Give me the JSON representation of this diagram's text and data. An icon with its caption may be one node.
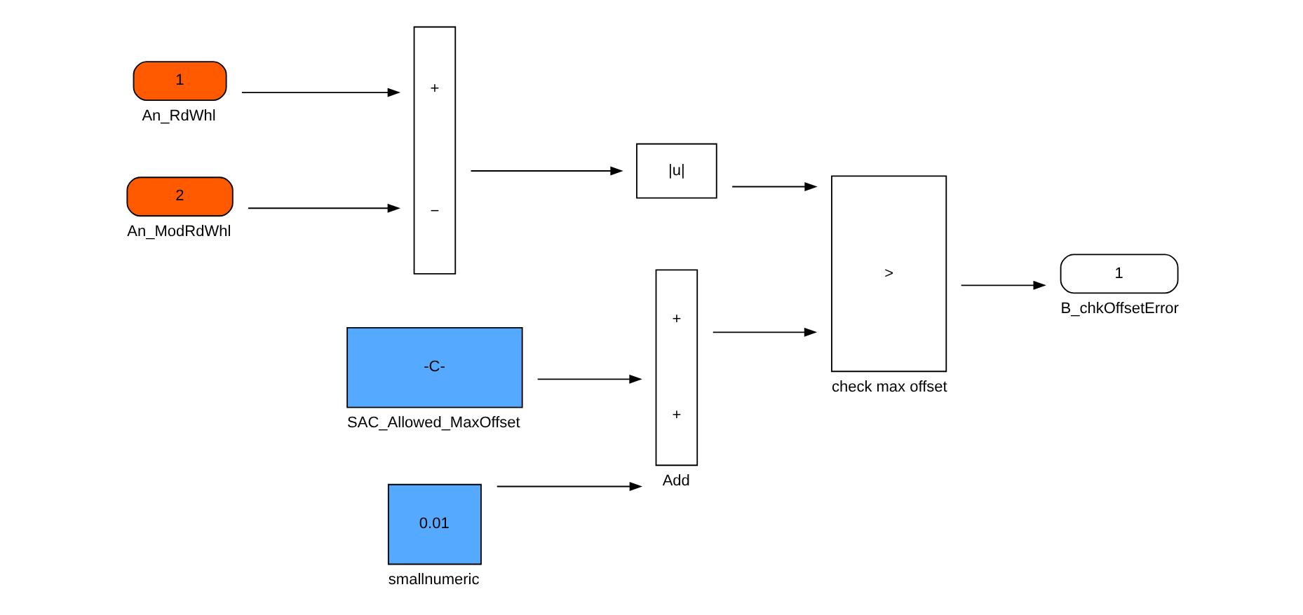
{
  "diagram": {
    "nodes": [
      {
        "text": [
          "1"
        ],
        "beside": [
          "An_RdWhl"
        ]
      },
      {
        "text": [
          "2"
        ],
        "beside": [
          "An_ModRdWhl"
        ]
      },
      {
        "text": [
          "+",
          "−"
        ]
      },
      {
        "text": [
          "|u|"
        ]
      },
      {
        "text": [
          ">"
        ],
        "beside": [
          "check max offset"
        ]
      },
      {
        "text": [
          "1"
        ],
        "beside": [
          "B_chkOffsetError"
        ]
      },
      {
        "text": [
          "-C-"
        ],
        "beside": [
          "SAC_Allowed_MaxOffset"
        ]
      },
      {
        "text": [
          "0.01"
        ],
        "beside": [
          "smallnumeric"
        ]
      },
      {
        "text": [
          "+",
          "+"
        ],
        "beside": [
          "Add"
        ]
      }
    ],
    "edges": [
      {
        "from": 0,
        "to": 2,
        "arrow": "to"
      },
      {
        "from": 1,
        "to": 2,
        "arrow": "to"
      },
      {
        "from": 2,
        "to": 3,
        "arrow": "to"
      },
      {
        "from": 3,
        "to": 4,
        "arrow": "to"
      },
      {
        "from": 8,
        "to": 4,
        "arrow": "to"
      },
      {
        "from": 4,
        "to": 5,
        "arrow": "to"
      },
      {
        "from": 6,
        "to": 8,
        "arrow": "to"
      },
      {
        "from": 7,
        "to": 8,
        "arrow": "to"
      }
    ]
  }
}
